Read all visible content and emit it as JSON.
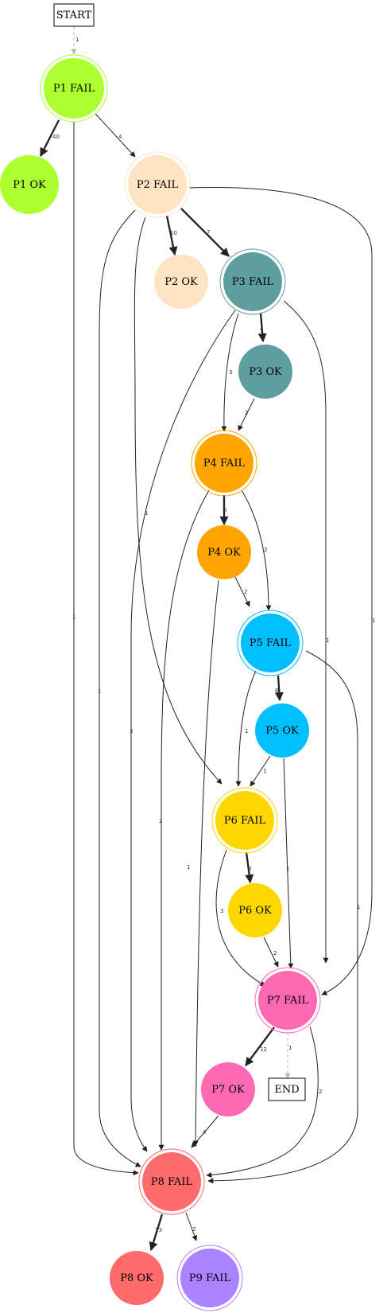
{
  "nodes": [
    {
      "id": "start",
      "label": "START",
      "shape": "box",
      "color": "#ffffff"
    },
    {
      "id": "p1fail",
      "label": "P1 FAIL",
      "shape": "doublecircle",
      "color": "#adff2f"
    },
    {
      "id": "p1ok",
      "label": "P1 OK",
      "shape": "circle",
      "color": "#adff2f"
    },
    {
      "id": "p2fail",
      "label": "P2 FAIL",
      "shape": "doublecircle",
      "color": "#ffe4c4"
    },
    {
      "id": "p2ok",
      "label": "P2 OK",
      "shape": "circle",
      "color": "#ffe4c4"
    },
    {
      "id": "p3fail",
      "label": "P3 FAIL",
      "shape": "doublecircle",
      "color": "#5f9ea0"
    },
    {
      "id": "p3ok",
      "label": "P3 OK",
      "shape": "circle",
      "color": "#5f9ea0"
    },
    {
      "id": "p4fail",
      "label": "P4 FAIL",
      "shape": "doublecircle",
      "color": "#ffa500"
    },
    {
      "id": "p4ok",
      "label": "P4 OK",
      "shape": "circle",
      "color": "#ffa500"
    },
    {
      "id": "p5fail",
      "label": "P5 FAIL",
      "shape": "doublecircle",
      "color": "#00bfff"
    },
    {
      "id": "p5ok",
      "label": "P5 OK",
      "shape": "circle",
      "color": "#00bfff"
    },
    {
      "id": "p6fail",
      "label": "P6 FAIL",
      "shape": "doublecircle",
      "color": "#ffd700"
    },
    {
      "id": "p6ok",
      "label": "P6 OK",
      "shape": "circle",
      "color": "#ffd700"
    },
    {
      "id": "p7fail",
      "label": "P7 FAIL",
      "shape": "doublecircle",
      "color": "#ff69b4"
    },
    {
      "id": "p7ok",
      "label": "P7 OK",
      "shape": "circle",
      "color": "#ff69b4"
    },
    {
      "id": "end",
      "label": "END",
      "shape": "box",
      "color": "#ffffff"
    },
    {
      "id": "p8fail",
      "label": "P8 FAIL",
      "shape": "doublecircle",
      "color": "#ff6a6a"
    },
    {
      "id": "p8ok",
      "label": "P8 OK",
      "shape": "circle",
      "color": "#ff6a6a"
    },
    {
      "id": "p9fail",
      "label": "P9 FAIL",
      "shape": "doublecircle",
      "color": "#ab82ff"
    }
  ],
  "edges": [
    {
      "id": "e1",
      "from": "start",
      "to": "p1fail",
      "label": "1",
      "style": "dashed"
    },
    {
      "id": "e2",
      "from": "p1fail",
      "to": "p1ok",
      "label": "40",
      "style": "bold"
    },
    {
      "id": "e3",
      "from": "p1fail",
      "to": "p2fail",
      "label": "4",
      "style": "normal"
    },
    {
      "id": "e4",
      "from": "p1fail",
      "to": "p8fail",
      "label": "1",
      "style": "normal"
    },
    {
      "id": "e5",
      "from": "p2fail",
      "to": "p2ok",
      "label": "10",
      "style": "bold"
    },
    {
      "id": "e6",
      "from": "p2fail",
      "to": "p3fail",
      "label": "7",
      "style": "bold"
    },
    {
      "id": "e7",
      "from": "p2fail",
      "to": "p6fail",
      "label": "1",
      "style": "normal"
    },
    {
      "id": "e8",
      "from": "p2fail",
      "to": "p8fail",
      "label": "1",
      "style": "normal"
    },
    {
      "id": "e9",
      "from": "p2fail",
      "to": "p7fail",
      "label": "1",
      "style": "normal"
    },
    {
      "id": "e10",
      "from": "p3fail",
      "to": "p3ok",
      "label": "5",
      "style": "bold"
    },
    {
      "id": "e11",
      "from": "p3fail",
      "to": "p4fail",
      "label": "3",
      "style": "normal"
    },
    {
      "id": "e12",
      "from": "p3fail",
      "to": "p8fail",
      "label": "3",
      "style": "normal"
    },
    {
      "id": "e13",
      "from": "p3fail",
      "to": "p7fail",
      "label": "1",
      "style": "normal"
    },
    {
      "id": "e14",
      "from": "p3ok",
      "to": "p4fail",
      "label": "2",
      "style": "normal"
    },
    {
      "id": "e15",
      "from": "p4fail",
      "to": "p4ok",
      "label": "6",
      "style": "bold"
    },
    {
      "id": "e16",
      "from": "p4fail",
      "to": "p5fail",
      "label": "2",
      "style": "normal"
    },
    {
      "id": "e17",
      "from": "p4fail",
      "to": "p8fail",
      "label": "2",
      "style": "normal"
    },
    {
      "id": "e18",
      "from": "p4ok",
      "to": "p5fail",
      "label": "2",
      "style": "normal"
    },
    {
      "id": "e19",
      "from": "p4ok",
      "to": "p8fail",
      "label": "1",
      "style": "normal"
    },
    {
      "id": "e20",
      "from": "p5fail",
      "to": "p5ok",
      "label": "6",
      "style": "bold"
    },
    {
      "id": "e21",
      "from": "p5fail",
      "to": "p6fail",
      "label": "1",
      "style": "normal"
    },
    {
      "id": "e22",
      "from": "p5fail",
      "to": "p8fail",
      "label": "1",
      "style": "normal"
    },
    {
      "id": "e23",
      "from": "p5ok",
      "to": "p6fail",
      "label": "1",
      "style": "normal"
    },
    {
      "id": "e24",
      "from": "p5ok",
      "to": "p7fail",
      "label": "1",
      "style": "normal"
    },
    {
      "id": "e25",
      "from": "p6fail",
      "to": "p6ok",
      "label": "8",
      "style": "bold"
    },
    {
      "id": "e26",
      "from": "p6fail",
      "to": "p7fail",
      "label": "3",
      "style": "normal"
    },
    {
      "id": "e27",
      "from": "p6ok",
      "to": "p7fail",
      "label": "2",
      "style": "normal"
    },
    {
      "id": "e28",
      "from": "p7fail",
      "to": "p7ok",
      "label": "12",
      "style": "bold"
    },
    {
      "id": "e29",
      "from": "p7fail",
      "to": "end",
      "label": "1",
      "style": "dashed"
    },
    {
      "id": "e30",
      "from": "p7fail",
      "to": "p8fail",
      "label": "2",
      "style": "normal"
    },
    {
      "id": "e31",
      "from": "p7ok",
      "to": "p8fail",
      "label": "4",
      "style": "normal"
    },
    {
      "id": "e32",
      "from": "p8fail",
      "to": "p8ok",
      "label": "13",
      "style": "bold"
    },
    {
      "id": "e33",
      "from": "p8fail",
      "to": "p9fail",
      "label": "2",
      "style": "normal"
    }
  ]
}
